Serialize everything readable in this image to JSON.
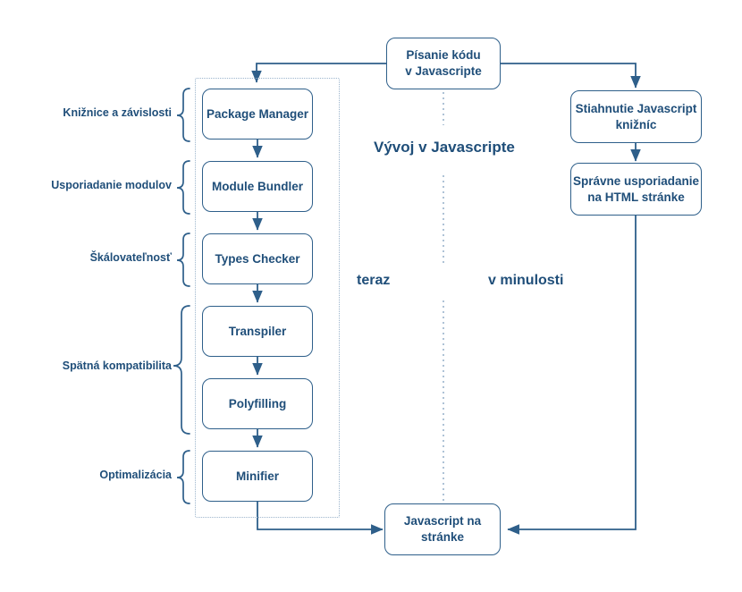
{
  "diagram": {
    "title_center": "Vývoj v Javascripte",
    "era_now": "teraz",
    "era_past": "v minulosti",
    "accent_color": "#1F4E79",
    "line_color": "#2E5F8A",
    "dotted_color": "#9BB4CC",
    "background": "#FFFFFF"
  },
  "nodes": {
    "start": {
      "line1": "Písanie kódu",
      "line2": "v Javascripte"
    },
    "end": {
      "line1": "Javascript na",
      "line2": "stránke"
    },
    "pipeline": [
      {
        "label": "Package Manager"
      },
      {
        "label": "Module Bundler"
      },
      {
        "label": "Types Checker"
      },
      {
        "label": "Transpiler"
      },
      {
        "label": "Polyfilling"
      },
      {
        "label": "Minifier"
      }
    ],
    "legacy": [
      {
        "line1": "Stiahnutie Javascript",
        "line2": "knižníc"
      },
      {
        "line1": "Správne usporiadanie",
        "line2": "na HTML stránke"
      }
    ]
  },
  "side_labels": [
    {
      "text": "Knižnice a závislosti"
    },
    {
      "text": "Usporiadanie modulov"
    },
    {
      "text": "Škálovateľnosť"
    },
    {
      "text": "Spätná kompatibilita"
    },
    {
      "text": "Optimalizácia"
    }
  ]
}
